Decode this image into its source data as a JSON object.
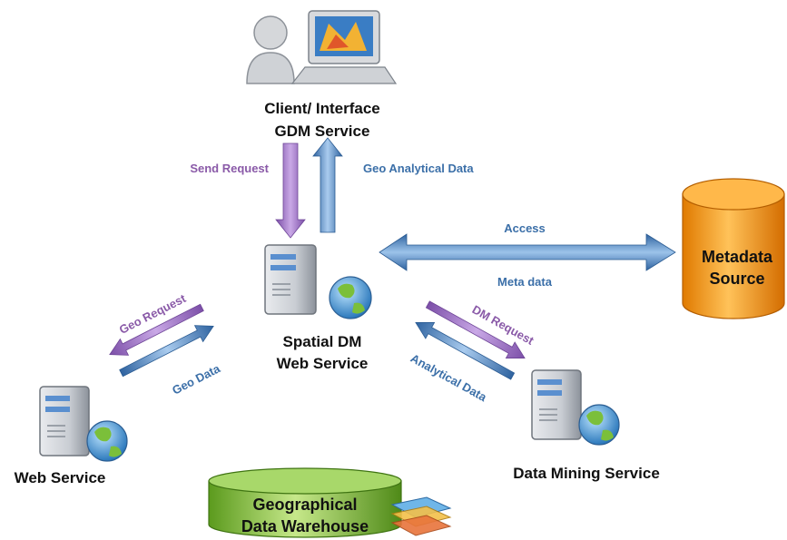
{
  "nodes": {
    "client": {
      "line1": "Client/ Interface",
      "line2": "GDM Service"
    },
    "spatial": {
      "line1": "Spatial DM",
      "line2": "Web Service"
    },
    "web": {
      "label": "Web Service"
    },
    "mining": {
      "label": "Data Mining Service"
    },
    "metadata": {
      "line1": "Metadata",
      "line2": "Source"
    },
    "warehouse": {
      "line1": "Geographical",
      "line2": "Data Warehouse"
    }
  },
  "arrows": {
    "send_request": "Send Request",
    "geo_analytical": "Geo Analytical Data",
    "access": "Access",
    "meta_data": "Meta data",
    "geo_request": "Geo Request",
    "geo_data": "Geo Data",
    "dm_request": "DM Request",
    "analytical_data": "Analytical Data"
  },
  "colors": {
    "purple_arrow": "#9b6fc3",
    "blue_arrow": "#4f86c6",
    "metadata_cylinder": "#f29a1f",
    "warehouse_cylinder": "#8cc63f",
    "server": "#c8ccd1"
  }
}
